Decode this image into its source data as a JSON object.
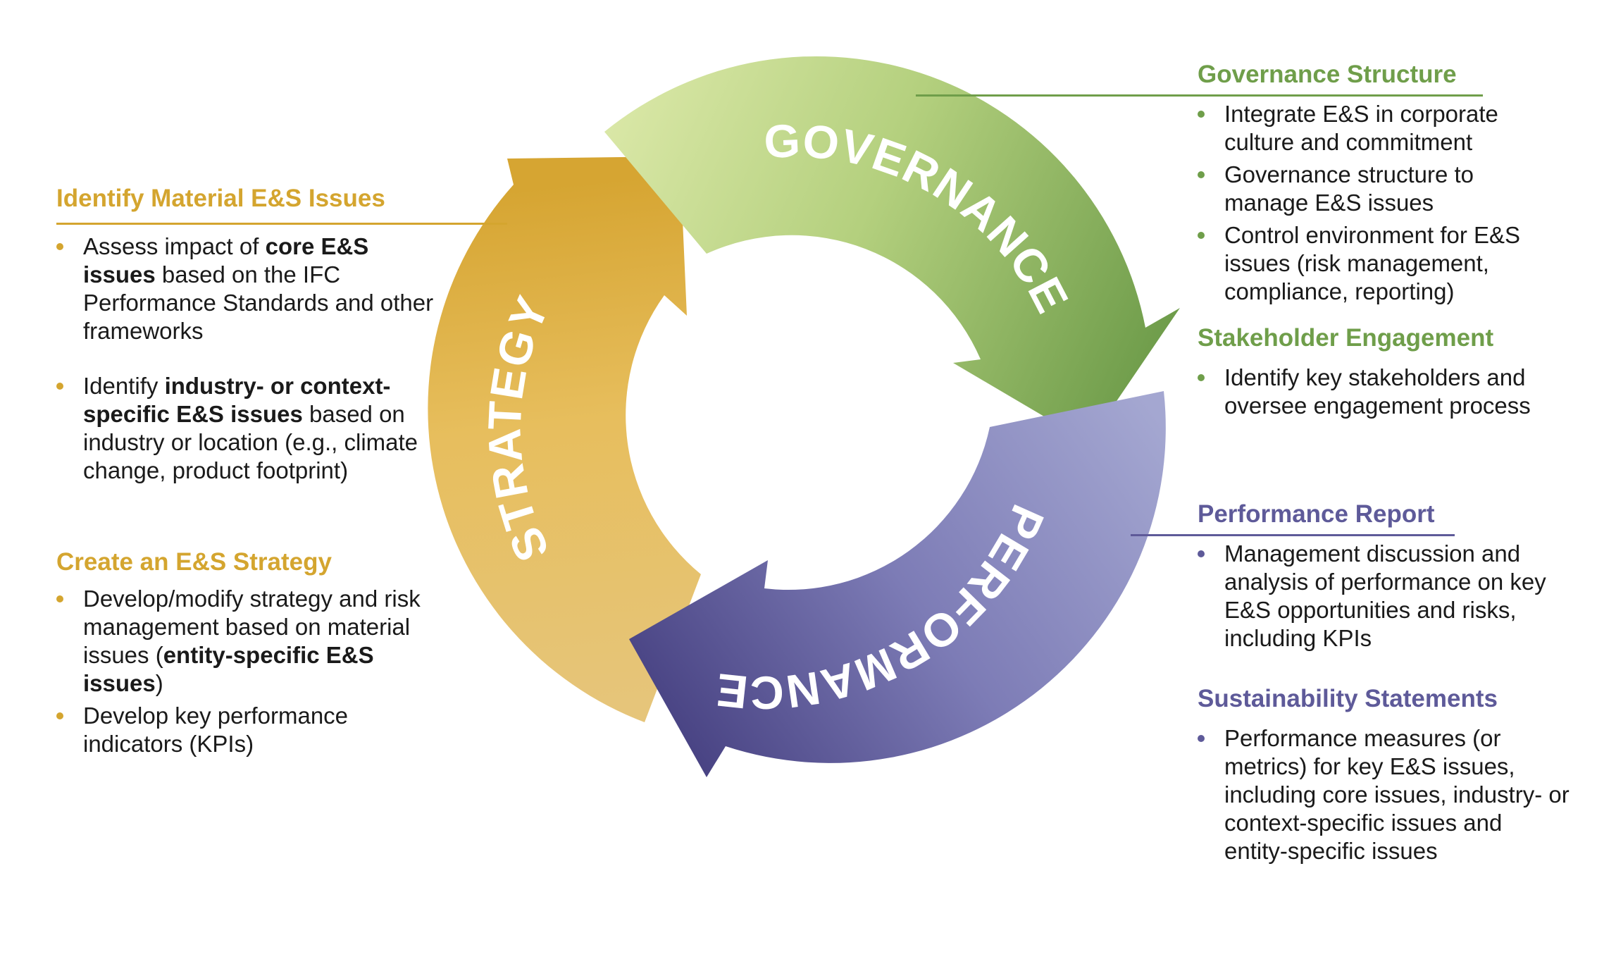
{
  "colors": {
    "strategy": "#D4A52F",
    "governance": "#6F9E4A",
    "performance": "#5E5A99",
    "ruleStrategy": "#D4A52F",
    "ruleGovernance": "#6F9E4A",
    "rulePerformance": "#5E5A99"
  },
  "arcs": {
    "governance": "GOVERNANCE",
    "performance": "PERFORMANCE",
    "strategy": "STRATEGY"
  },
  "left": {
    "identify": {
      "heading": "Identify Material E&S Issues",
      "bullets": [
        {
          "pre": "Assess impact of ",
          "bold": "core E&S issues",
          "post": " based on the IFC Performance Standards and other frameworks"
        },
        {
          "pre": "Identify ",
          "bold": "industry- or context-specific E&S issues",
          "post": " based on industry or location (e.g., climate change, product footprint)"
        }
      ]
    },
    "create": {
      "heading": "Create an E&S Strategy",
      "bullets": [
        {
          "pre": "Develop/modify strategy and risk management based on material issues (",
          "bold": "entity-specific E&S issues",
          "post": ")"
        },
        {
          "pre": "Develop key performance indicators (KPIs)",
          "bold": "",
          "post": ""
        }
      ]
    }
  },
  "right": {
    "governance_structure": {
      "heading": "Governance Structure",
      "bullets": [
        "Integrate E&S in corporate culture and commitment",
        "Governance structure to manage E&S issues",
        "Control environment for E&S issues (risk management, compliance, reporting)"
      ]
    },
    "stakeholder": {
      "heading": "Stakeholder Engagement",
      "bullets": [
        "Identify key stakeholders and oversee engagement process"
      ]
    },
    "performance_report": {
      "heading": "Performance Report",
      "bullets": [
        "Management discussion and analysis of performance on key E&S opportunities and risks, including KPIs"
      ]
    },
    "sustainability": {
      "heading": "Sustainability Statements",
      "bullets": [
        "Performance measures (or metrics) for key E&S issues, including core issues, industry- or context-specific issues and entity-specific issues"
      ]
    }
  }
}
